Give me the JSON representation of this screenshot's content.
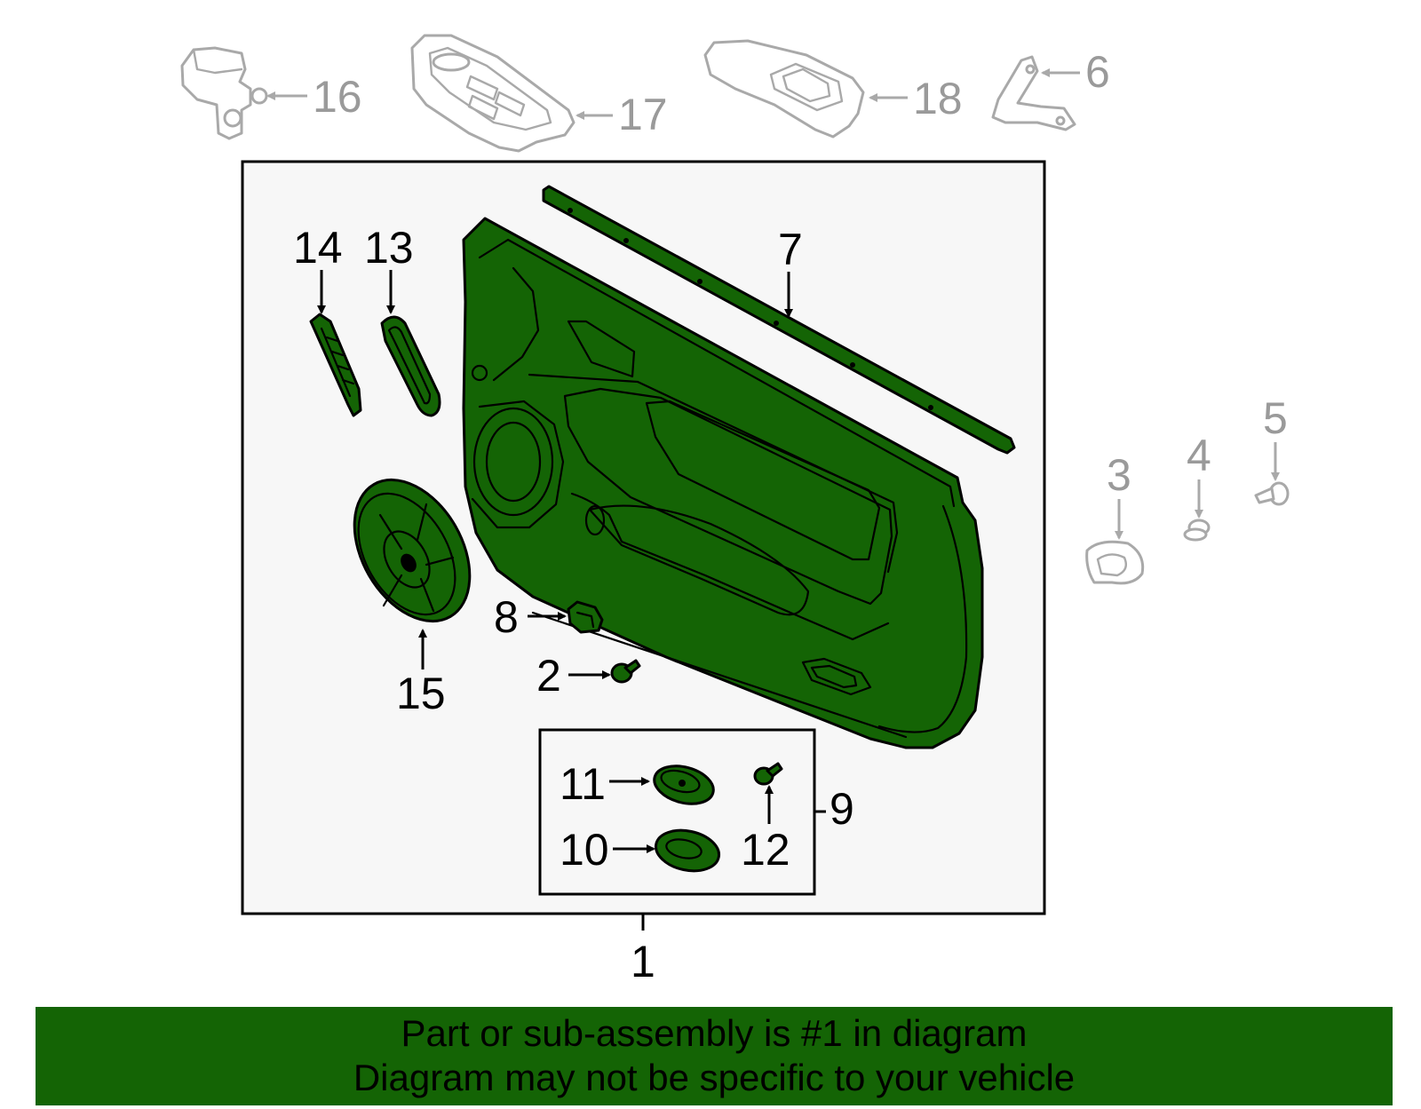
{
  "colors": {
    "highlight_green": "#146405",
    "outline_black": "#000000",
    "outline_gray": "#a9a9a9",
    "panel_background": "#f7f7f7"
  },
  "callouts": {
    "c1": "1",
    "c2": "2",
    "c3": "3",
    "c4": "4",
    "c5": "5",
    "c6": "6",
    "c7": "7",
    "c8": "8",
    "c9": "9",
    "c10": "10",
    "c11": "11",
    "c12": "12",
    "c13": "13",
    "c14": "14",
    "c15": "15",
    "c16": "16",
    "c17": "17",
    "c18": "18"
  },
  "highlighted_parts": [
    "1",
    "2",
    "7",
    "8",
    "9",
    "10",
    "11",
    "12",
    "13",
    "14",
    "15"
  ],
  "banner": {
    "line1": "Part or sub-assembly is #1 in diagram",
    "line2": "Diagram may not be specific to your vehicle"
  }
}
